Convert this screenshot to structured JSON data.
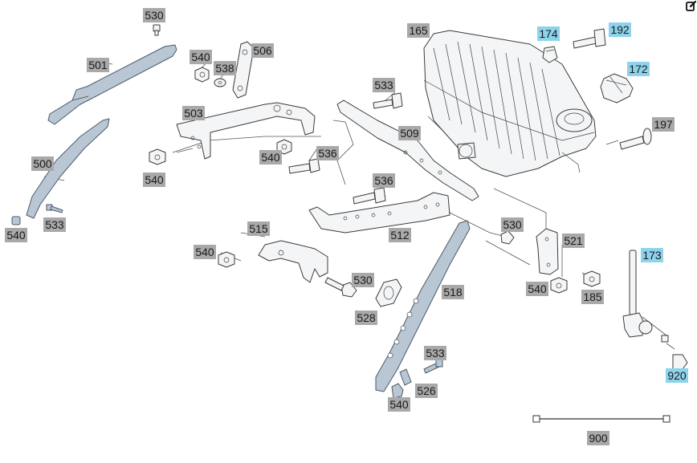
{
  "labels": {
    "l530a": "530",
    "l501": "501",
    "l540a": "540",
    "l538": "538",
    "l506": "506",
    "l503": "503",
    "l533a": "533",
    "l509": "509",
    "l165": "165",
    "l174": "174",
    "l192": "192",
    "l172": "172",
    "l197": "197",
    "l540b": "540",
    "l536a": "536",
    "l500": "500",
    "l540c": "540",
    "l533b": "533",
    "l540d": "540",
    "l536b": "536",
    "l515": "515",
    "l512": "512",
    "l530b": "530",
    "l521": "521",
    "l540e": "540",
    "l530c": "530",
    "l518": "518",
    "l528": "528",
    "l540f": "540",
    "l185": "185",
    "l173": "173",
    "l533c": "533",
    "l526": "526",
    "l540g": "540",
    "l920": "920",
    "l900": "900"
  },
  "colors": {
    "label_grey": "#a9a9a9",
    "label_blue": "#8ed3ec",
    "part_blue": "#b9c6d4"
  },
  "toolbar": {
    "edit_icon": "edit-icon"
  }
}
